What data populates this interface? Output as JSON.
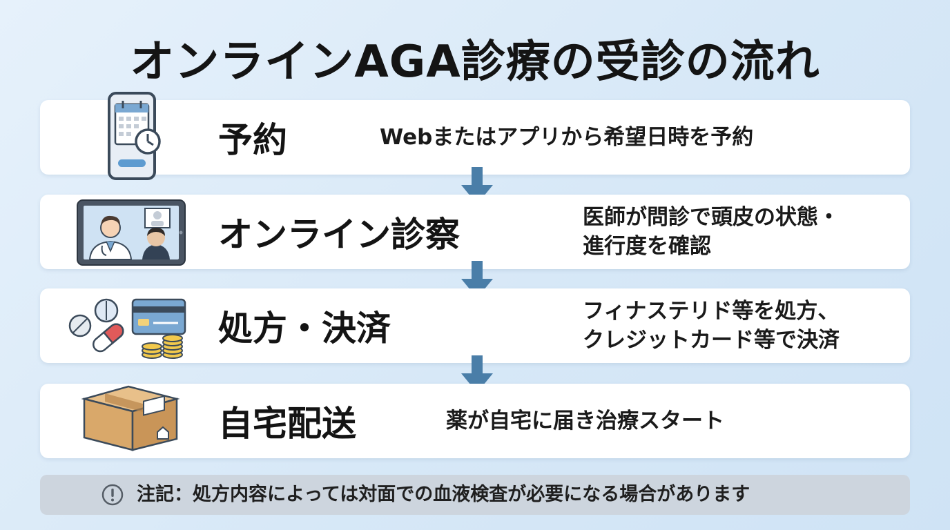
{
  "title": "オンラインAGA診療の受診の流れ",
  "steps": [
    {
      "title": "予約",
      "desc": [
        "Webまたはアプリから希望日時を予約"
      ],
      "icon": "smartphone-calendar-icon"
    },
    {
      "title": "オンライン診察",
      "desc": [
        "医師が問診で頭皮の状態・",
        "進行度を確認"
      ],
      "icon": "video-consultation-icon"
    },
    {
      "title": "処方・決済",
      "desc": [
        "フィナステリド等を処方、",
        "クレジットカード等で決済"
      ],
      "icon": "pills-card-coins-icon"
    },
    {
      "title": "自宅配送",
      "desc": [
        "薬が自宅に届き治療スタート"
      ],
      "icon": "delivery-box-icon"
    }
  ],
  "note": {
    "text": "注記：処方内容によっては対面での血液検査が必要になる場合があります",
    "icon": "exclamation-circle-icon"
  },
  "colors": {
    "arrow": "#4a7ea8",
    "card": "#ffffff",
    "note_bg": "#cdd5de",
    "background": "#dbeaf7"
  }
}
